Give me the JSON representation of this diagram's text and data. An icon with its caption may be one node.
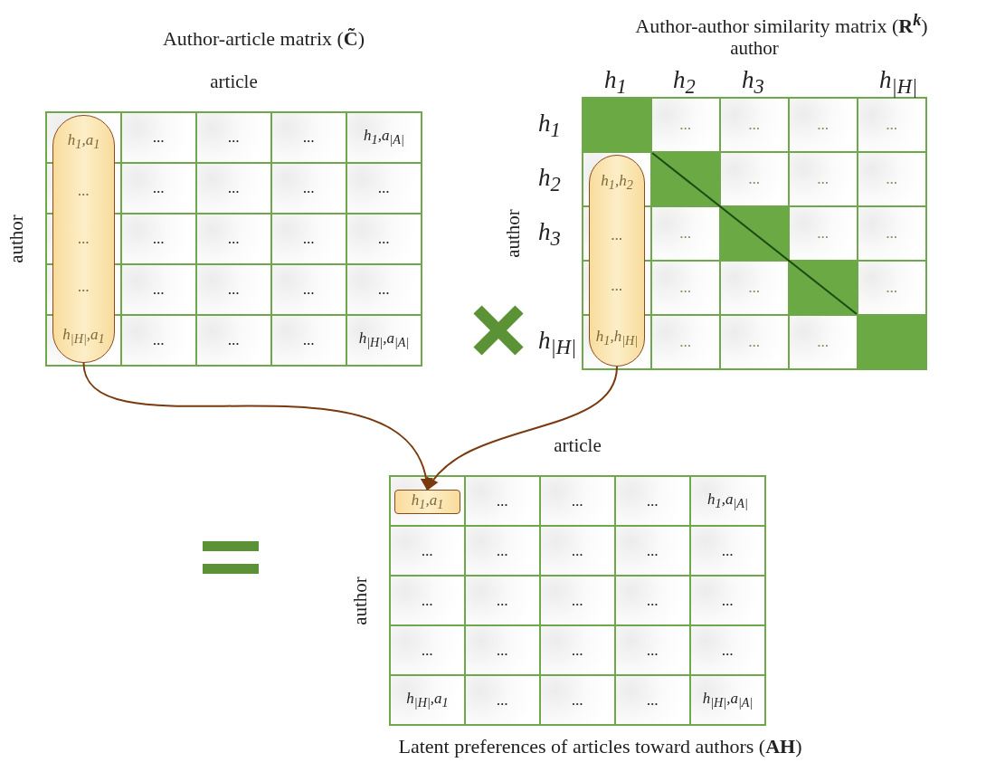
{
  "diagram": {
    "nodes": [
      {
        "text": [
          "Author-article matrix (**C̃**)",
          "article",
          "author"
        ]
      },
      {
        "text": [
          "h$_{1}$,a$_{1}$",
          "...",
          "...",
          "...",
          "h$_{|H|}$,a$_{1}$"
        ],
        "in": 0
      },
      {
        "text": [
          "Author-author similarity matrix (**R**$^{k}$)",
          "author",
          "author"
        ]
      },
      {
        "text": [
          "h$_{1}$,h$_{2}$",
          "...",
          "...",
          "h$_{1}$,h$_{|H|}$"
        ],
        "in": 2
      },
      {
        "text": [
          "article",
          "author",
          "Latent preferences of articles toward authors  (**AH**)"
        ]
      },
      {
        "text": [
          "h$_{1}$,a$_{1}$"
        ],
        "in": 4
      }
    ],
    "edges": [
      {
        "from": 1,
        "to": 5,
        "arrow": "to"
      },
      {
        "from": 3,
        "to": 5,
        "arrow": "to"
      }
    ],
    "labels": [
      "...",
      "...",
      "...",
      "h$_{1}$,a$_{|A|}$",
      "...",
      "...",
      "...",
      "...",
      "...",
      "...",
      "...",
      "...",
      "...",
      "...",
      "...",
      "...",
      "...",
      "...",
      "...",
      "h$_{|H|}$,a$_{|A|}$",
      "h$_{1}$",
      "h$_{2}$",
      "h$_{3}$",
      "h$_{|H|}$",
      "h$_{1}$",
      "h$_{2}$",
      "h$_{3}$",
      "h$_{|H|}$",
      "...",
      "...",
      "...",
      "...",
      "...",
      "...",
      "...",
      "...",
      "...",
      "...",
      "...",
      "...",
      "...",
      "...",
      "...",
      "...",
      "...",
      "...",
      "...",
      "h$_{1}$,a$_{|A|}$",
      "...",
      "...",
      "...",
      "...",
      "...",
      "...",
      "...",
      "...",
      "...",
      "...",
      "...",
      "...",
      "...",
      "...",
      "...",
      "h$_{|H|}$,a$_{1}$",
      "...",
      "...",
      "...",
      "h$_{|H|}$,a$_{|A|}$"
    ]
  }
}
